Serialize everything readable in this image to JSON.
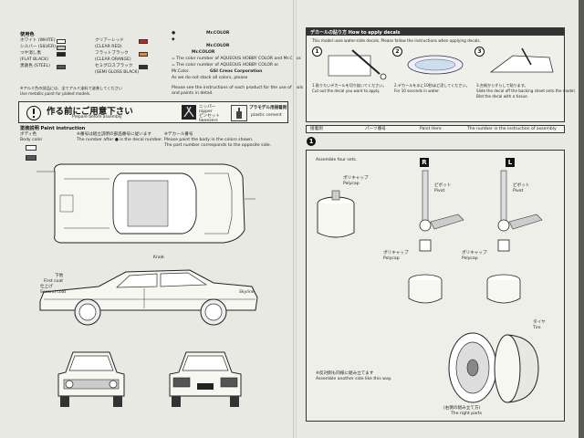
{
  "left_page": {
    "color_chart": {
      "title": "使用色",
      "col1": [
        "ホワイト (WHITE)",
        "シルバー (SILVER)",
        "つや消し黒",
        "(FLAT BLACK)",
        "黒鉄色 (STEEL)"
      ],
      "col2": [
        "クリアーレッド",
        "(CLEAR RED)",
        "フラットブラック",
        "(CLEAR ORANGE)",
        "セミグロスブラック",
        "(SEMI GLOSS BLACK)"
      ],
      "note_jp": "※アルミ色の部品には、全てアルミ塗料で塗装してください",
      "note_en": "Use metallic paint for plated models."
    },
    "paint_brand": {
      "line1": "Mr.COLOR",
      "line2": "Mr.COLOR",
      "line3": "Mr.COLOR",
      "en1": "= The color number of AQUEOUS HOBBY COLOR and Mr.Color.",
      "en2": "= The color number of AQUEOUS HOBBY COLOR or",
      "en3": "Mr.Color.",
      "en4": "GSI Creos Corporation",
      "en5": "As we do not stock all colors, please",
      "en6": "Please see the instructions of each product for the use of tools",
      "en7": "and paints in detail."
    },
    "prep": {
      "title": "作る前にご用意下さい",
      "subtitle": "Prepare before assembly",
      "tool1_label": "ニッパー",
      "tool1_en": "nipper",
      "tool2_label": "ピンセット",
      "tool2_en": "tweezers",
      "cement_label": "プラモデル用接着剤",
      "cement_en": "plastic cement"
    },
    "paint_instruction": {
      "title": "塗装説明 Paint instruction",
      "body_color_jp": "ボディ色",
      "body_color_en": "Body color",
      "desc1": "※番号は組立説明の部品番号に従います",
      "desc2": "The number after ● is the decal number.",
      "desc3": "※デカール番号",
      "desc4": "Please paint the body in the colors shown.",
      "desc5": "The part number corresponds to the opposite side.",
      "front_coat": "下地",
      "first_coat": "First coat",
      "second_coat_jp": "仕上げ",
      "second_coat": "Second coat",
      "knob": "Knob",
      "side_label": "Skyline"
    }
  },
  "right_page": {
    "decal_title": "デカールの貼り方 How to apply decals",
    "decal_note": "This model uses water-slide decals. Please follow the instructions when applying decals.",
    "step1_jp": "1.貼りたいデカールを切り抜いてください。",
    "step1_en": "Cut out the decal you want to apply.",
    "step2_jp": "2.デカールを水に10秒ほど浸してください。",
    "step2_en": "For 10 seconds in water.",
    "step3_jp": "3.台紙からずらして貼ります。",
    "step3_en": "Slide the decal off the backing sheet onto the model.",
    "step4_en": "Blot the decal with a tissue.",
    "legend1": "接着剤",
    "legend2": "パーツ番号",
    "legend3": "Paint Here",
    "legend4": "The number in the instruction of assembly",
    "step_number": "1",
    "assemble_a": "Assemble four sets.",
    "polycap": "ポリキャップ",
    "polycap_en": "Polycap",
    "pivot": "ピボット",
    "pivot_en": "Pivot",
    "left_mark": "L",
    "right_mark": "R",
    "tire": "タイヤ",
    "tire_en": "Tire",
    "note_bottom1": "※反対側も同様に組み立てます",
    "note_bottom2": "Assemble another side like this way.",
    "right_parts_jp": "(右側の組み立て方)",
    "right_parts": "The right parts"
  }
}
